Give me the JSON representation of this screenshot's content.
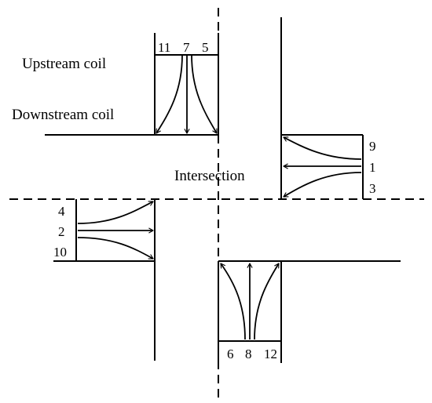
{
  "labels": {
    "upstream_coil": "Upstream coil",
    "downstream_coil": "Downstream coil",
    "intersection": "Intersection"
  },
  "approaches": {
    "north": [
      "11",
      "7",
      "5"
    ],
    "east": [
      "9",
      "1",
      "3"
    ],
    "west": [
      "4",
      "2",
      "10"
    ],
    "south": [
      "6",
      "8",
      "12"
    ]
  }
}
